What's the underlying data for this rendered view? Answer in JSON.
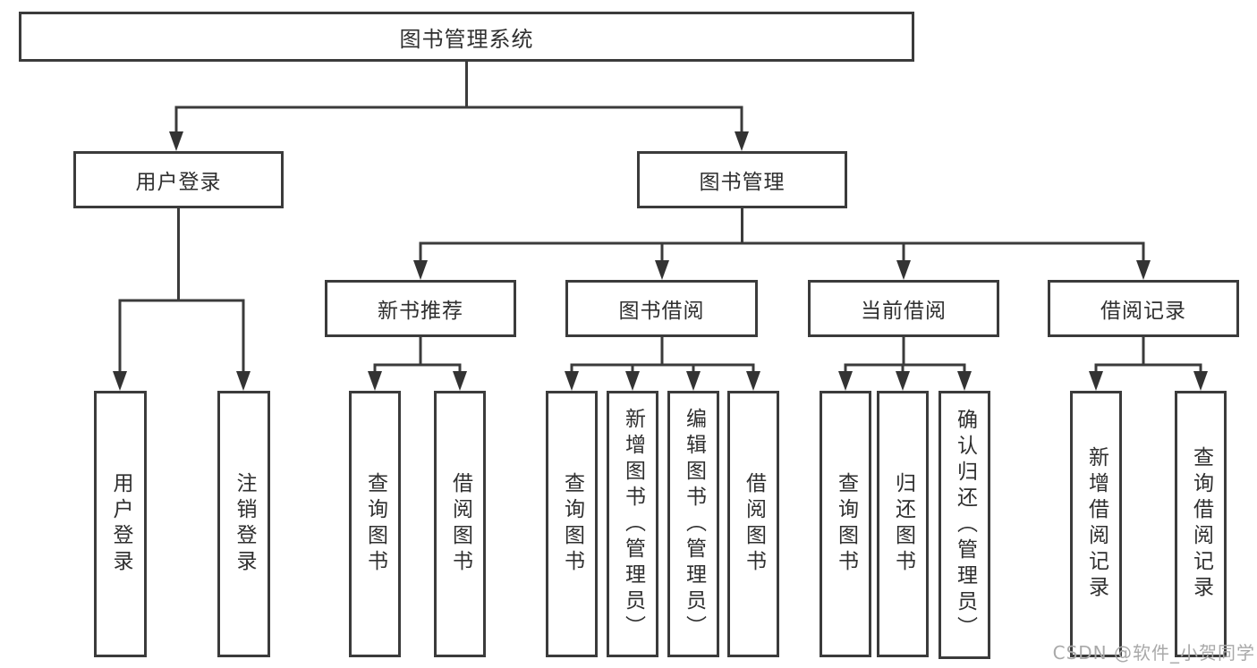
{
  "diagram": {
    "title": "图书管理系统",
    "root": {
      "label": "图书管理系统"
    },
    "branches": [
      {
        "label": "用户登录",
        "children": [
          "用户登录",
          "注销登录"
        ]
      },
      {
        "label": "图书管理",
        "children_groups": [
          {
            "label": "新书推荐",
            "children": [
              "查询图书",
              "借阅图书"
            ]
          },
          {
            "label": "图书借阅",
            "children": [
              "查询图书",
              "新增图书（管理员）",
              "编辑图书（管理员）",
              "借阅图书"
            ]
          },
          {
            "label": "当前借阅",
            "children": [
              "查询图书",
              "归还图书",
              "确认归还（管理员）"
            ]
          },
          {
            "label": "借阅记录",
            "children": [
              "新增借阅记录",
              "查询借阅记录"
            ]
          }
        ]
      }
    ]
  },
  "watermark": {
    "text": "CSDN @软件_小贺同学"
  },
  "colors": {
    "line": "#3b3b3b",
    "text": "#2f2f2f",
    "watermark": "#a9a9a9",
    "background": "#ffffff"
  }
}
